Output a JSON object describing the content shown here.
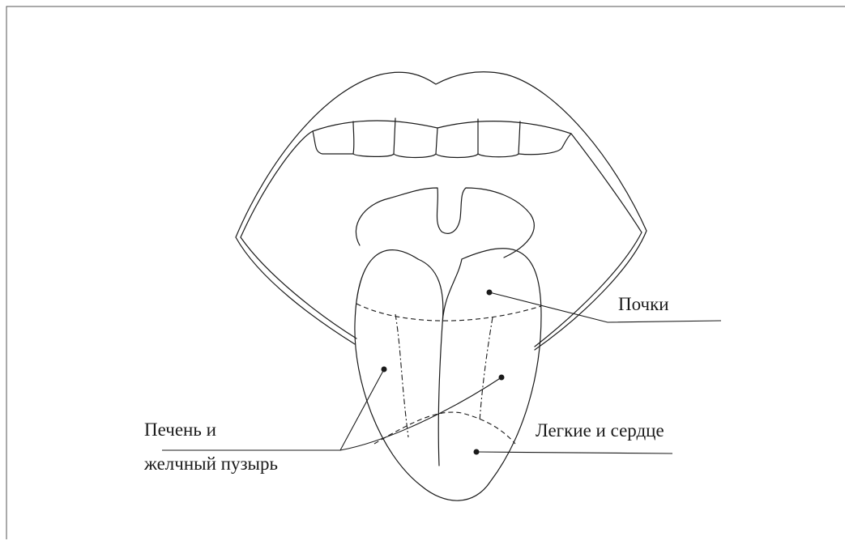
{
  "labels": {
    "kidneys": "Почки",
    "liver_line1": "Печень и",
    "liver_line2": "желчный пузырь",
    "lungs_heart": "Легкие и сердце"
  }
}
